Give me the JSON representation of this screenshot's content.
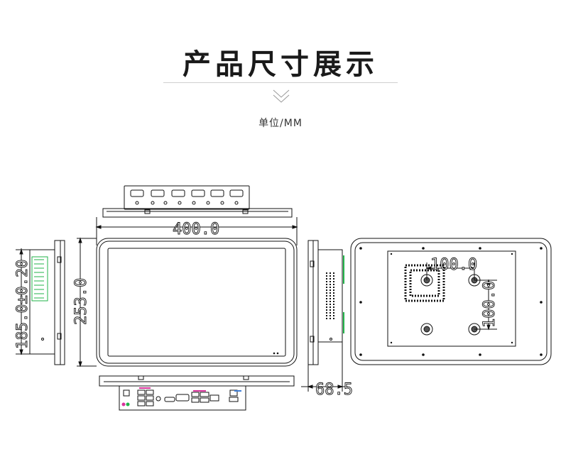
{
  "header": {
    "title": "产品尺寸展示",
    "unit_label": "单位/MM"
  },
  "dimensions": {
    "front_width": "400.0",
    "front_height": "253.0",
    "cutout_height": "185.0±0.20",
    "depth": "68.5",
    "vesa_horizontal": "100.0",
    "vesa_vertical": "100.0"
  },
  "colors": {
    "line": "#111111",
    "pcb": "#22b34a",
    "accent_magenta": "#d8329b",
    "accent_blue": "#3f7fd8"
  }
}
